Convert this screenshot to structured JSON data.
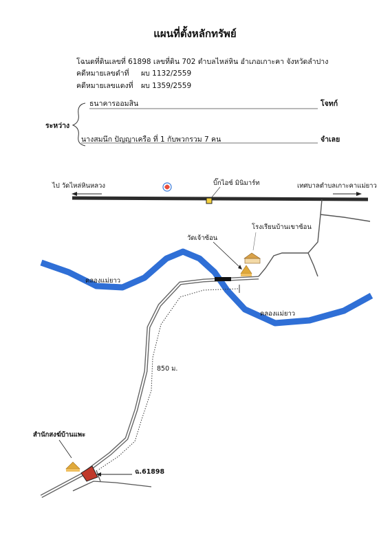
{
  "title": "แผนที่ตั้งหลักทรัพย์",
  "header": {
    "line1": "โฉนดที่ดินเลขที่  61898  เลขที่ดิน  702  ตำบลไหล่หิน  อำเภอเกาะคา  จังหวัดลำปาง",
    "line2_label": "คดีหมายเลขดำที่",
    "line2_value": "ผบ  1132/2559",
    "line3_label": "คดีหมายเลขแดงที่",
    "line3_value": "ผบ  1359/2559"
  },
  "parties": {
    "between_label": "ระหว่าง",
    "plaintiff": "ธนาคารออมสิน",
    "plaintiff_role": "โจทก์",
    "defendant": "นางสมนึก  ปัญญาเครือ  ที่  1  กับพวกรวม  7  คน",
    "defendant_role": "จำเลย"
  },
  "map": {
    "road_left_label": "ไป วัดไหล่หินหลวง",
    "road_right_label": "เทศบาลตำบลเกาะคาแม่ยาว",
    "store_label": "บิ๊กไอซ์ มินิมาร์ท",
    "temple_label": "วัดเจ้าซ้อน",
    "school_label": "โรงเรียนบ้านเขาซ้อน",
    "canal_label_1": "คลองแม่ยาว",
    "canal_label_2": "คลองแม่ยาว",
    "distance_label": "850 ม.",
    "monk_label": "สำนักสงฆ์บ้านแพะ",
    "parcel_label": "ฉ.61898",
    "colors": {
      "canal": "#2f6fd6",
      "road": "#333333",
      "temple": "#e0a93a",
      "parcel": "#c0392b"
    },
    "icons": [
      "arrow-left-icon",
      "arrow-right-icon",
      "gas-station-icon",
      "store-icon",
      "temple-icon",
      "school-icon",
      "bridge-icon",
      "monastery-icon",
      "parcel-marker"
    ]
  }
}
